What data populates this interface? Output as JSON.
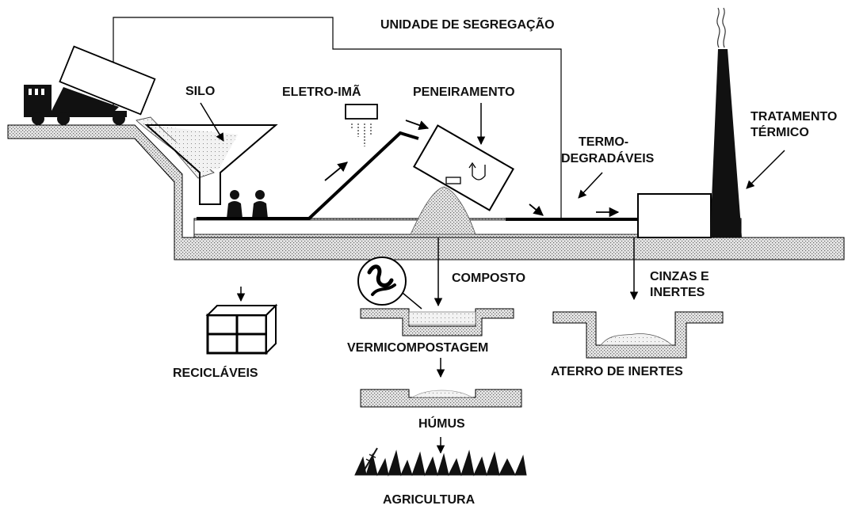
{
  "diagram": {
    "title": "UNIDADE DE SEGREGAÇÃO",
    "labels": {
      "silo": "SILO",
      "eletroima": "ELETRO-IMÃ",
      "peneiramento": "PENEIRAMENTO",
      "termo_1": "TERMO-",
      "termo_2": "DEGRADÁVEIS",
      "tratamento_1": "TRATAMENTO",
      "tratamento_2": "TÉRMICO",
      "composto": "COMPOSTO",
      "cinzas_1": "CINZAS E",
      "cinzas_2": "INERTES",
      "vermicompostagem": "VERMICOMPOSTAGEM",
      "aterro": "ATERRO DE INERTES",
      "reciclaveis": "RECICLÁVEIS",
      "humus": "HÚMUS",
      "agricultura": "AGRICULTURA"
    }
  }
}
